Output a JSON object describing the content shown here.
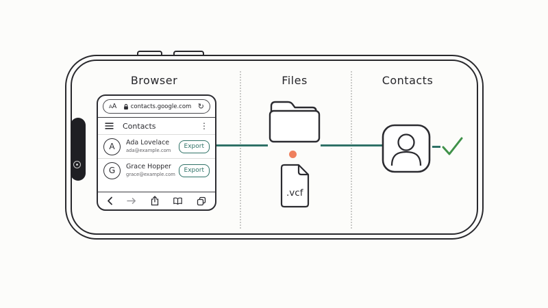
{
  "titles": {
    "browser": "Browser",
    "files": "Files",
    "contacts": "Contacts"
  },
  "browser": {
    "address_bar": {
      "reader_control": "AA",
      "url": "contacts.google.com",
      "refresh_glyph": "↻"
    },
    "header": {
      "title": "Contacts",
      "more_glyph": "⋮"
    },
    "rows": [
      {
        "initial": "A",
        "name": "Ada Lovelace",
        "email": "ada@example.com",
        "button": "Export"
      },
      {
        "initial": "G",
        "name": "Grace Hopper",
        "email": "grace@example.com",
        "button": "Export"
      }
    ],
    "toolbar_icons": [
      "back",
      "forward",
      "share",
      "bookmarks",
      "tabs"
    ]
  },
  "files": {
    "vcf_label": ".vcf"
  },
  "colors": {
    "ink": "#2b2b30",
    "accent_teal": "#2e7166",
    "success_green": "#3f9149",
    "progress_orange": "#ef805e",
    "background": "#fcfcfa"
  }
}
